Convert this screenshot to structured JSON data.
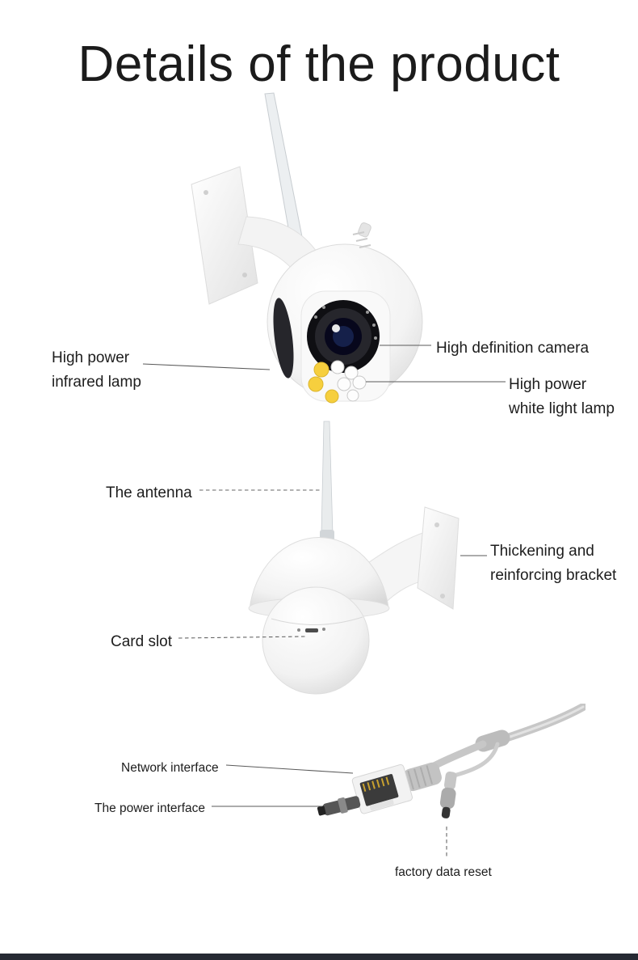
{
  "title": "Details of the product",
  "callouts": {
    "infrared_lamp": "High power\ninfrared lamp",
    "hd_camera": "High definition camera",
    "white_light_lamp": "High power\nwhite light lamp",
    "antenna": "The antenna",
    "bracket": "Thickening and\nreinforcing bracket",
    "card_slot": "Card slot",
    "network_interface": "Network interface",
    "power_interface": "The power interface",
    "factory_reset": "factory data reset"
  },
  "illustrations": {
    "camera_front": "wifi dome camera front view with antenna, wall bracket, lens and led cluster",
    "camera_side": "wifi dome camera side view with antenna, reinforced bracket and card slot",
    "cables": "pigtail cable with network interface, power interface and factory reset connector"
  },
  "colors": {
    "background": "#ffffff",
    "text": "#1d1d1d",
    "callout_line": "#5a5a5a",
    "footer_bar": "#262a33",
    "led_yellow": "#f6cf3e",
    "lens_black": "#0f0f13"
  }
}
